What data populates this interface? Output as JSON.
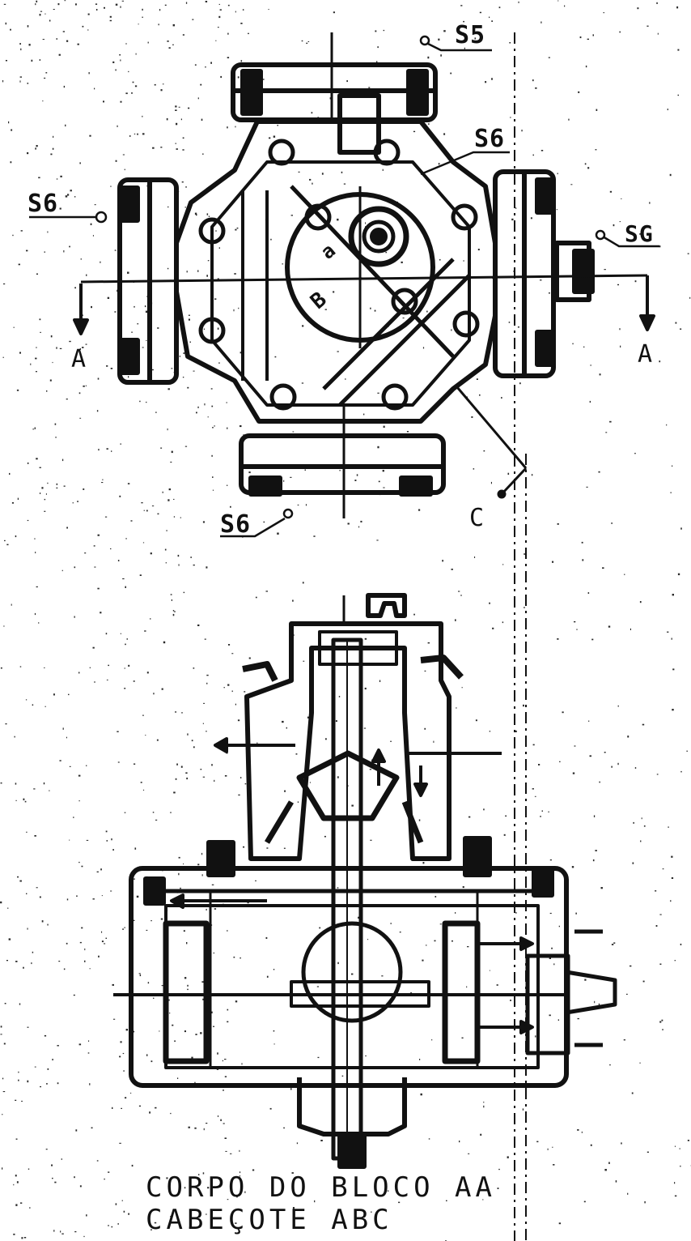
{
  "labels": {
    "s5": "S5",
    "s6_right_top": "S6",
    "s6_left": "S6",
    "s6_right": "SG",
    "s6_bottom": "S6",
    "a_left": "A",
    "a_right": "A",
    "c_marker": "C",
    "rotor_b": "B",
    "rotor_a": "a"
  },
  "caption": {
    "line1": "CORPO DO BLOCO  AA",
    "line2": "CABEÇOTE  ABC"
  },
  "colors": {
    "ink": "#111111",
    "paper": "#ffffff",
    "speckle": "#2a2a2a"
  }
}
